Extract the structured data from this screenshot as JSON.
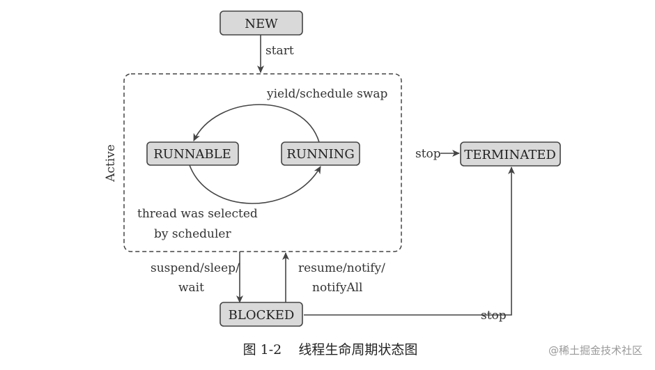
{
  "states": {
    "new": "NEW",
    "runnable": "RUNNABLE",
    "running": "RUNNING",
    "terminated": "TERMINATED",
    "blocked": "BLOCKED"
  },
  "group": {
    "active": "Active"
  },
  "transitions": {
    "start": "start",
    "yield": "yield/schedule swap",
    "selected_line1": "thread was selected",
    "selected_line2": "by scheduler",
    "stop_active": "stop",
    "suspend_line1": "suspend/sleep/",
    "suspend_line2": "wait",
    "resume_line1": "resume/notify/",
    "resume_line2": "notifyAll",
    "stop_blocked": "stop"
  },
  "caption": "图 1-2    线程生命周期状态图",
  "watermark": "@稀土掘金技术社区"
}
